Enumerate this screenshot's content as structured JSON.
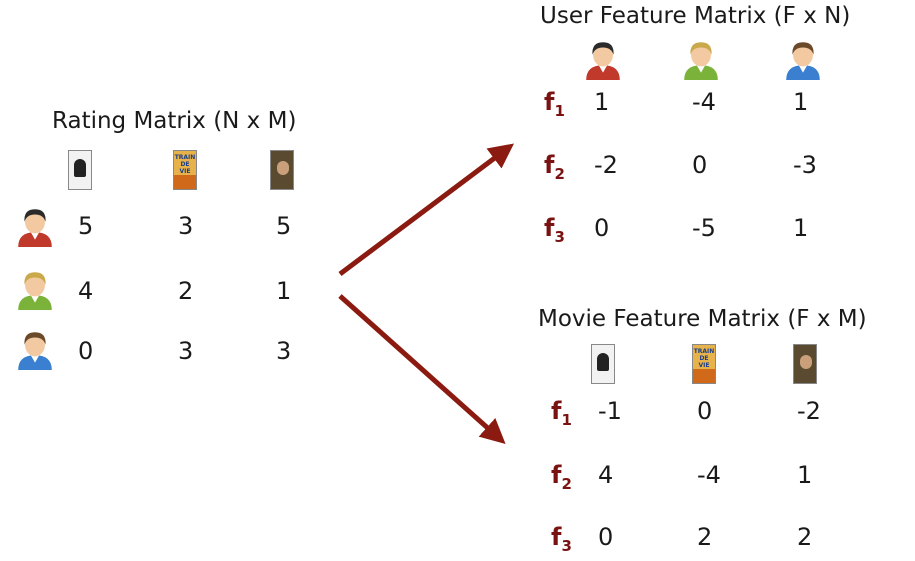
{
  "rating": {
    "title": "Rating Matrix (N x M)",
    "rows": [
      [
        "5",
        "3",
        "5"
      ],
      [
        "4",
        "2",
        "1"
      ],
      [
        "0",
        "3",
        "3"
      ]
    ]
  },
  "user_feature": {
    "title": "User Feature Matrix (F x N)",
    "rows": [
      [
        "1",
        "-4",
        "1"
      ],
      [
        "-2",
        "0",
        "-3"
      ],
      [
        "0",
        "-5",
        "1"
      ]
    ]
  },
  "movie_feature": {
    "title": "Movie Feature Matrix (F x M)",
    "rows": [
      [
        "-1",
        "0",
        "-2"
      ],
      [
        "4",
        "-4",
        "1"
      ],
      [
        "0",
        "2",
        "2"
      ]
    ]
  },
  "feature_labels": [
    {
      "f": "f",
      "sub": "1"
    },
    {
      "f": "f",
      "sub": "2"
    },
    {
      "f": "f",
      "sub": "3"
    }
  ],
  "users": [
    {
      "icon": "user-dark-hair-red-shirt-icon",
      "hair": "#2b2b2b",
      "shirt": "#c0392b"
    },
    {
      "icon": "user-blonde-green-shirt-icon",
      "hair": "#c9a94a",
      "shirt": "#7bb33a"
    },
    {
      "icon": "user-brown-hair-blue-shirt-icon",
      "hair": "#6b4a2b",
      "shirt": "#3a7fd0"
    }
  ],
  "movies": [
    {
      "icon": "movie-poster-black-swan-icon",
      "text": "",
      "bg": "#f2f2f2"
    },
    {
      "icon": "movie-poster-train-de-vie-icon",
      "text": "TRAIN DE VIE",
      "bg": "#e8b24a"
    },
    {
      "icon": "movie-poster-portrait-icon",
      "text": "",
      "bg": "#5a4a30"
    }
  ],
  "colors": {
    "arrow": "#8b1a10",
    "feature_label": "#7a1212"
  }
}
